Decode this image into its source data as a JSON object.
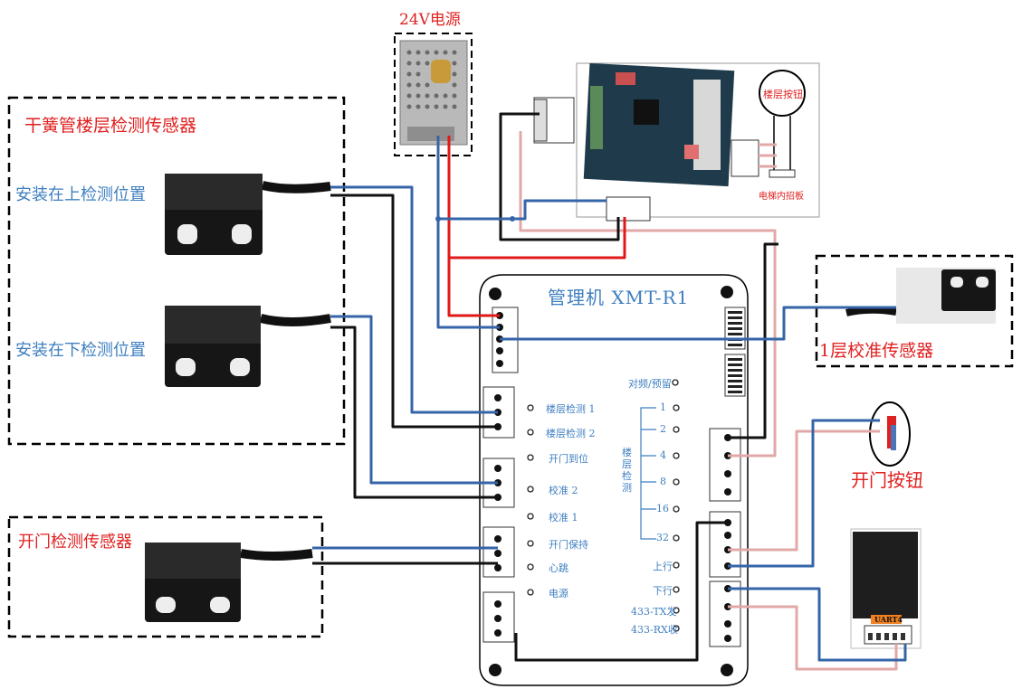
{
  "labels": {
    "psu_title": "24V电源",
    "reed_title": "干簧管楼层检测传感器",
    "reed_upper": "安装在上检测位置",
    "reed_lower": "安装在下检测位置",
    "calib_sensor": "1层校准传感器",
    "door_sensor": "开门检测传感器",
    "open_button": "开门按钮",
    "floor_button": "楼层按钮",
    "elevator_board": "电梯内招板",
    "controller_title": "管理机 XMT-R1",
    "floor_detect_vertical": "楼层检测",
    "uart": "UART4"
  },
  "left_leds": [
    "楼层检测 1",
    "楼层检测 2",
    "开门到位",
    "校准 2",
    "校准 1",
    "开门保持",
    "心跳",
    "电源"
  ],
  "right_leds": [
    "对频/预留",
    "1",
    "2",
    "4",
    "8",
    "16",
    "32",
    "上行",
    "下行",
    "433-TX发",
    "433-RX收"
  ],
  "colors": {
    "wire_blue": "#3565a8",
    "wire_red": "#e01818",
    "wire_black": "#111111",
    "wire_pink": "#e2a8a8",
    "label_red": "#e02020",
    "label_blue": "#3f7fc0"
  }
}
